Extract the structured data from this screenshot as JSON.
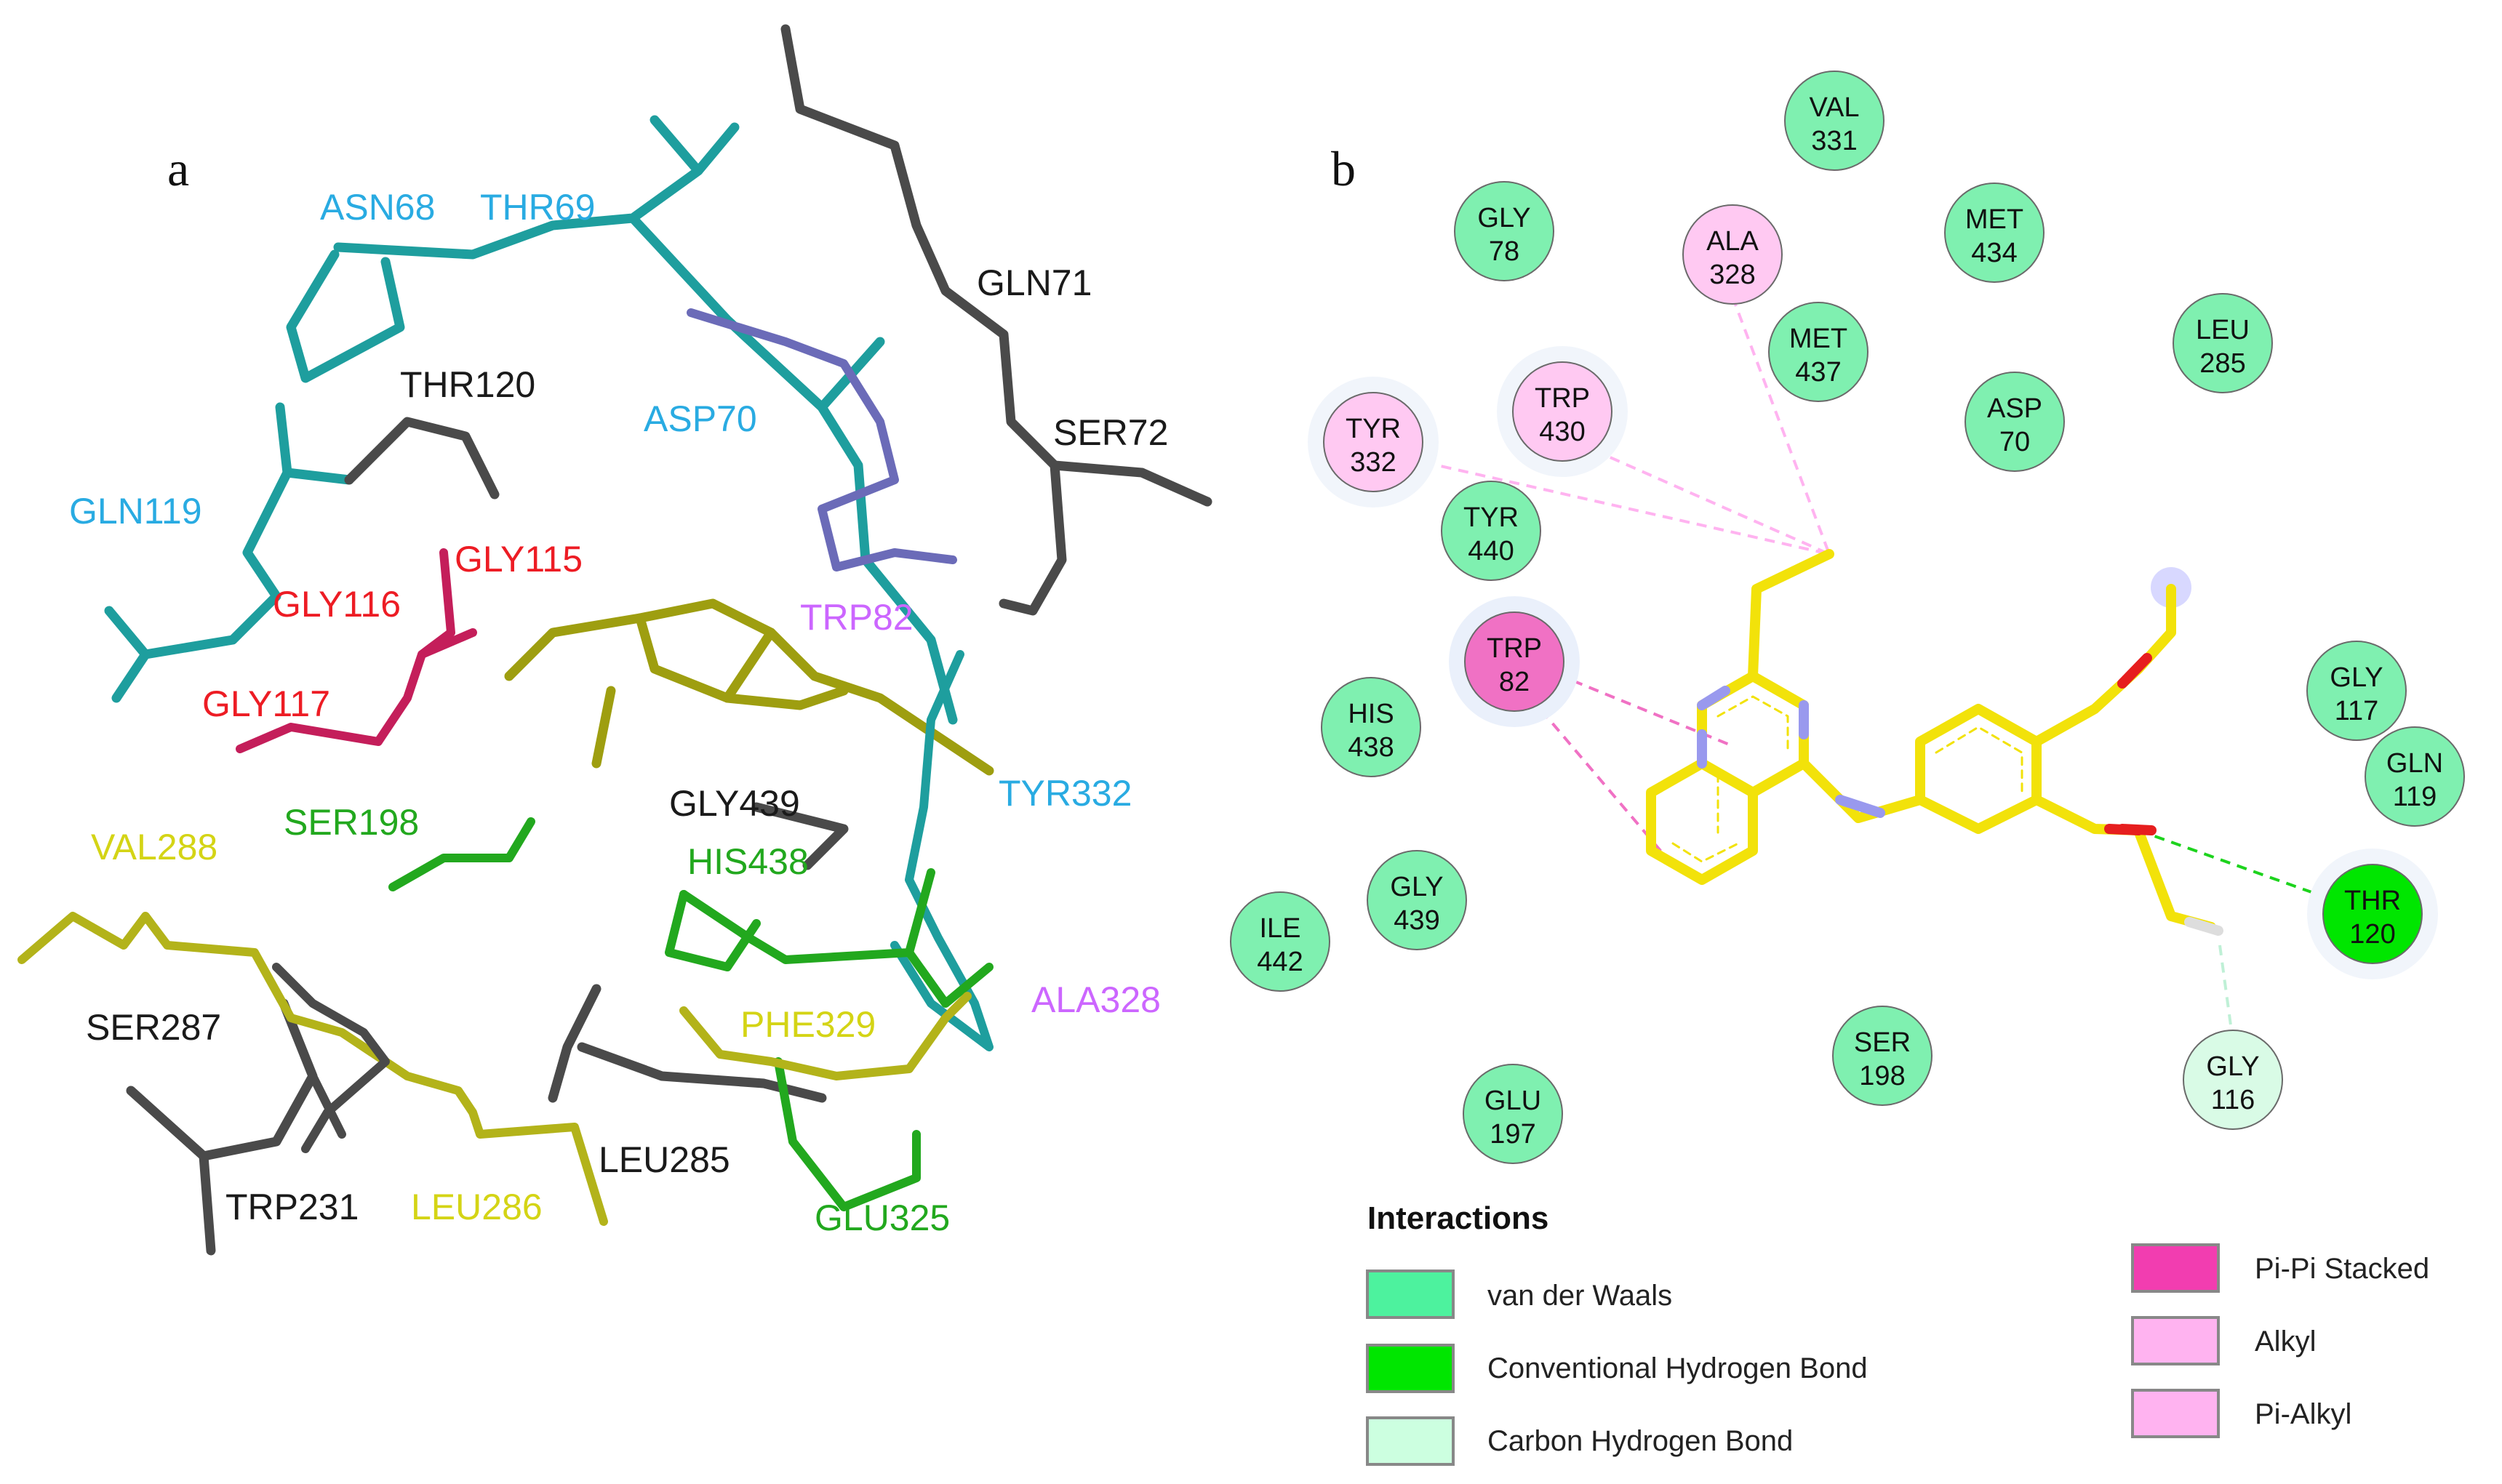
{
  "panel_a": {
    "letter": "a",
    "residue_labels": [
      {
        "id": "thr69",
        "text": "THR69",
        "color": "#29ABE2"
      },
      {
        "id": "asn68",
        "text": "ASN68",
        "color": "#29ABE2"
      },
      {
        "id": "gln71",
        "text": "GLN71",
        "color": "#1a1a1a"
      },
      {
        "id": "thr120",
        "text": "THR120",
        "color": "#1a1a1a"
      },
      {
        "id": "asp70",
        "text": "ASP70",
        "color": "#29ABE2"
      },
      {
        "id": "ser72",
        "text": "SER72",
        "color": "#1a1a1a"
      },
      {
        "id": "gln119",
        "text": "GLN119",
        "color": "#29ABE2"
      },
      {
        "id": "gly115",
        "text": "GLY115",
        "color": "#ED1C24"
      },
      {
        "id": "gly116",
        "text": "GLY116",
        "color": "#ED1C24"
      },
      {
        "id": "trp82",
        "text": "TRP82",
        "color": "#CC66FF"
      },
      {
        "id": "gly117",
        "text": "GLY117",
        "color": "#ED1C24"
      },
      {
        "id": "gly439",
        "text": "GLY439",
        "color": "#1a1a1a"
      },
      {
        "id": "tyr332",
        "text": "TYR332",
        "color": "#29ABE2"
      },
      {
        "id": "ser198",
        "text": "SER198",
        "color": "#22A81E"
      },
      {
        "id": "his438",
        "text": "HIS438",
        "color": "#22A81E"
      },
      {
        "id": "val288",
        "text": "VAL288",
        "color": "#D4D415"
      },
      {
        "id": "ala328",
        "text": "ALA328",
        "color": "#CC66FF"
      },
      {
        "id": "phe329",
        "text": "PHE329",
        "color": "#D4D415"
      },
      {
        "id": "ser287",
        "text": "SER287",
        "color": "#1a1a1a"
      },
      {
        "id": "leu285",
        "text": "LEU285",
        "color": "#1a1a1a"
      },
      {
        "id": "trp231",
        "text": "TRP231",
        "color": "#1a1a1a"
      },
      {
        "id": "leu286",
        "text": "LEU286",
        "color": "#D4D415"
      },
      {
        "id": "glu325",
        "text": "GLU325",
        "color": "#22A81E"
      }
    ]
  },
  "panel_b": {
    "letter": "b",
    "residues": [
      {
        "id": "val331",
        "name": "VAL",
        "num": "331",
        "type": "vdw"
      },
      {
        "id": "gly78",
        "name": "GLY",
        "num": "78",
        "type": "vdw"
      },
      {
        "id": "ala328",
        "name": "ALA",
        "num": "328",
        "type": "alkyl"
      },
      {
        "id": "met434",
        "name": "MET",
        "num": "434",
        "type": "vdw"
      },
      {
        "id": "met437",
        "name": "MET",
        "num": "437",
        "type": "vdw"
      },
      {
        "id": "leu285",
        "name": "LEU",
        "num": "285",
        "type": "vdw"
      },
      {
        "id": "trp430",
        "name": "TRP",
        "num": "430",
        "type": "pialkyl"
      },
      {
        "id": "tyr332",
        "name": "TYR",
        "num": "332",
        "type": "pialkyl"
      },
      {
        "id": "asp70",
        "name": "ASP",
        "num": "70",
        "type": "vdw"
      },
      {
        "id": "tyr440",
        "name": "TYR",
        "num": "440",
        "type": "vdw"
      },
      {
        "id": "trp82",
        "name": "TRP",
        "num": "82",
        "type": "pipi"
      },
      {
        "id": "his438",
        "name": "HIS",
        "num": "438",
        "type": "vdw"
      },
      {
        "id": "gly117",
        "name": "GLY",
        "num": "117",
        "type": "vdw"
      },
      {
        "id": "gln119",
        "name": "GLN",
        "num": "119",
        "type": "vdw"
      },
      {
        "id": "thr120",
        "name": "THR",
        "num": "120",
        "type": "hbond"
      },
      {
        "id": "gly439",
        "name": "GLY",
        "num": "439",
        "type": "vdw"
      },
      {
        "id": "ile442",
        "name": "ILE",
        "num": "442",
        "type": "vdw"
      },
      {
        "id": "ser198",
        "name": "SER",
        "num": "198",
        "type": "vdw"
      },
      {
        "id": "gly116",
        "name": "GLY",
        "num": "116",
        "type": "chbond"
      },
      {
        "id": "glu197",
        "name": "GLU",
        "num": "197",
        "type": "vdw"
      }
    ],
    "legend": {
      "title": "Interactions",
      "items": [
        {
          "label": "van der Waals",
          "color": "#4DF29E"
        },
        {
          "label": "Conventional Hydrogen Bond",
          "color": "#00E600"
        },
        {
          "label": "Carbon Hydrogen Bond",
          "color": "#CCFFE0"
        },
        {
          "label": "Pi-Pi Stacked",
          "color": "#F23DB0"
        },
        {
          "label": "Alkyl",
          "color": "#FFB3F0"
        },
        {
          "label": "Pi-Alkyl",
          "color": "#FFB3F0"
        }
      ]
    },
    "type_colors": {
      "vdw": "#7FF0B0",
      "hbond": "#00E600",
      "chbond": "#D9FBE6",
      "pipi": "#F071C4",
      "alkyl": "#FFC9F2",
      "pialkyl": "#FFC9F2"
    }
  }
}
